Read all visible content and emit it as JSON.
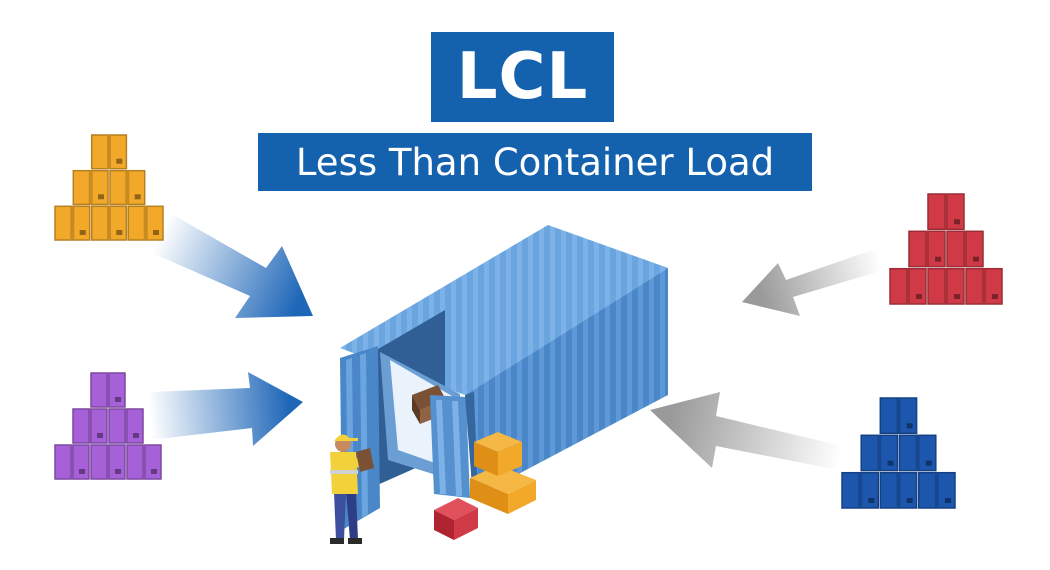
{
  "title": "LCL",
  "subtitle": "Less Than Container Load",
  "colors": {
    "title_bg": "#1461ad",
    "container": "#4a87c9",
    "shipment_orange": "#f2a92a",
    "shipment_purple": "#a661d8",
    "shipment_red": "#cf3a46",
    "shipment_blue": "#1c57ad",
    "inbound_arrow_left": "#1e66b8",
    "inbound_arrow_right": "#9a9a9a"
  },
  "shipments": [
    {
      "name": "orange-shipment",
      "color": "#f2a92a"
    },
    {
      "name": "purple-shipment",
      "color": "#a661d8"
    },
    {
      "name": "red-shipment",
      "color": "#cf3a46"
    },
    {
      "name": "blue-shipment",
      "color": "#1c57ad"
    }
  ]
}
